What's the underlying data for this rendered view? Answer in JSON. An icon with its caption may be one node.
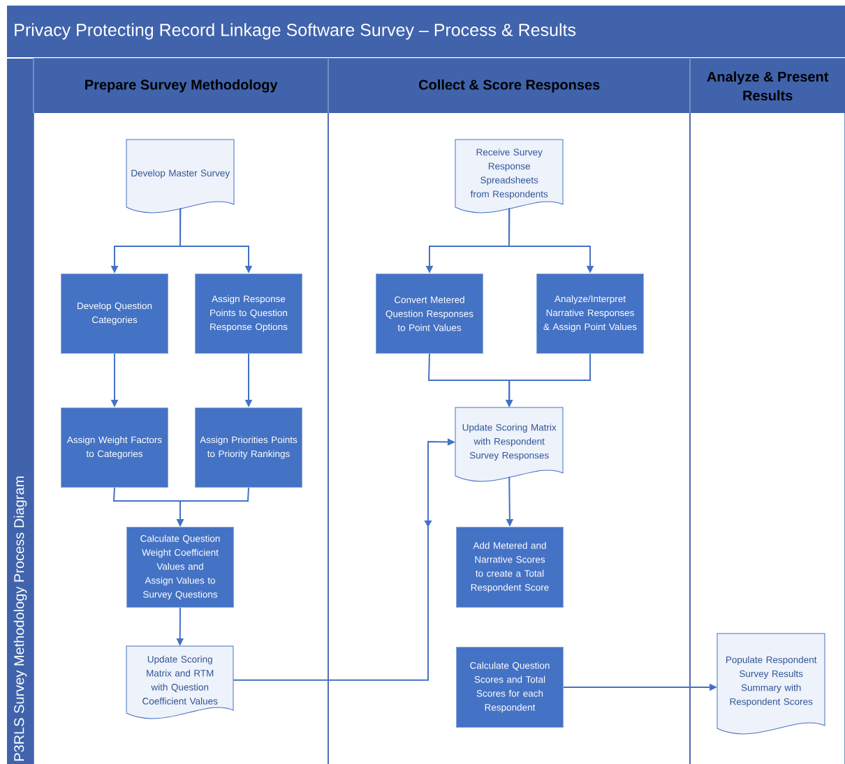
{
  "diagram": {
    "title": "Privacy Protecting Record Linkage Software Survey – Process & Results",
    "nodes": [
      {
        "text": [
          "P3RLS Survey Methodology Process Diagram"
        ]
      },
      {
        "text": [
          "Prepare Survey Methodology"
        ]
      },
      {
        "text": [
          "Collect & Score Responses"
        ]
      },
      {
        "text": [
          "Analyze & Present Results"
        ]
      },
      {
        "text": [
          "Develop Master Survey"
        ],
        "in": 1
      },
      {
        "text": [
          "Develop Question Categories"
        ],
        "in": 1
      },
      {
        "text": [
          "Assign Response Points to Question Response Options"
        ],
        "in": 1
      },
      {
        "text": [
          "Assign Weight Factors to Categories"
        ],
        "in": 1
      },
      {
        "text": [
          "Assign Priorities Points to Priority Rankings"
        ],
        "in": 1
      },
      {
        "text": [
          "Calculate Question Weight Coefficient Values and Assign Values to Survey Questions"
        ],
        "in": 1
      },
      {
        "text": [
          "Update Scoring Matrix and RTM with Question Coefficient Values"
        ],
        "in": 1
      },
      {
        "text": [
          "Receive Survey Response Spreadsheets from Respondents"
        ],
        "in": 2
      },
      {
        "text": [
          "Convert Metered Question Responses to Point Values"
        ],
        "in": 2
      },
      {
        "text": [
          "Analyze/Interpret Narrative Responses & Assign Point Values"
        ],
        "in": 2
      },
      {
        "text": [
          "Update Scoring Matrix with Respondent Survey Responses"
        ],
        "in": 2
      },
      {
        "text": [
          "Add Metered and Narrative Scores to create a Total Respondent Score"
        ],
        "in": 2
      },
      {
        "text": [
          "Calculate Question Scores and Total Scores for each Respondent"
        ],
        "in": 2
      },
      {
        "text": [
          "Populate Respondent Survey Results Summary with Respondent Scores"
        ],
        "in": 3
      }
    ],
    "edges": [
      {
        "from": 4,
        "to": 5,
        "arrow": "to"
      },
      {
        "from": 4,
        "to": 6,
        "arrow": "to"
      },
      {
        "from": 5,
        "to": 7,
        "arrow": "to"
      },
      {
        "from": 6,
        "to": 8,
        "arrow": "to"
      },
      {
        "from": 7,
        "to": 9,
        "arrow": "to"
      },
      {
        "from": 8,
        "to": 9,
        "arrow": "to"
      },
      {
        "from": 9,
        "to": 10,
        "arrow": "to"
      },
      {
        "from": 10,
        "to": 14,
        "arrow": "to"
      },
      {
        "from": 11,
        "to": 12,
        "arrow": "to"
      },
      {
        "from": 11,
        "to": 13,
        "arrow": "to"
      },
      {
        "from": 12,
        "to": 14,
        "arrow": "to"
      },
      {
        "from": 13,
        "to": 14,
        "arrow": "to"
      },
      {
        "from": 14,
        "to": 15,
        "arrow": "to"
      },
      {
        "from": 16,
        "to": 17,
        "arrow": "to"
      }
    ]
  }
}
